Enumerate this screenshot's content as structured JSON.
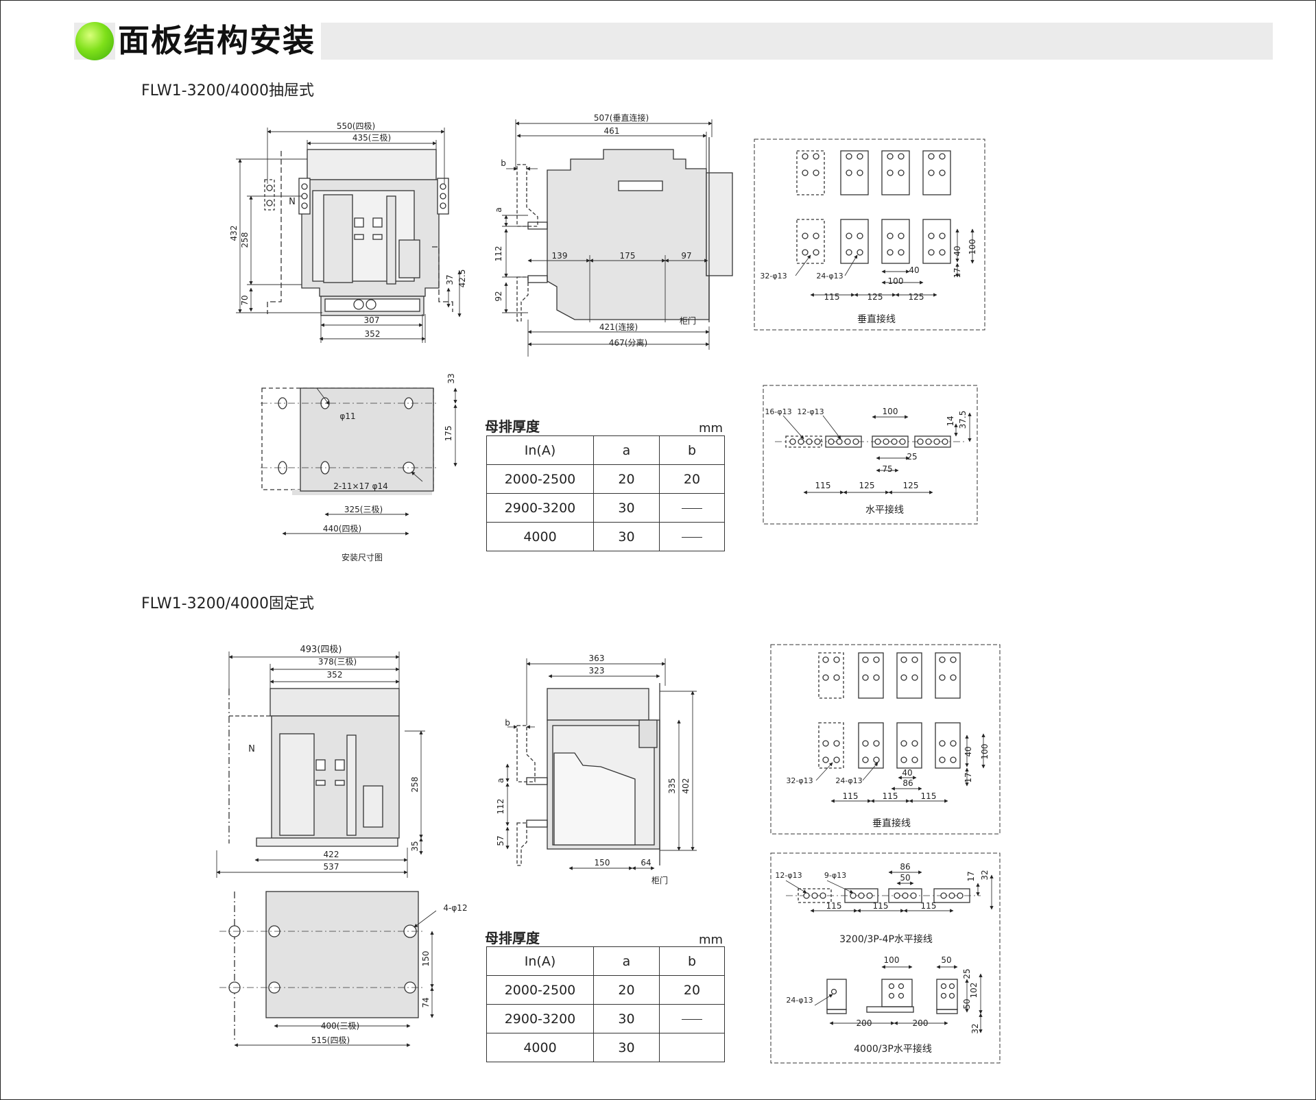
{
  "header": {
    "title": "面板结构安装"
  },
  "sections": [
    {
      "title": "FLW1-3200/4000抽屉式"
    },
    {
      "title": "FLW1-3200/4000固定式"
    }
  ],
  "drawout": {
    "front": {
      "dims": [
        "550(四极)",
        "435(三极)",
        "432",
        "258",
        "70",
        "37",
        "42.5",
        "307",
        "352"
      ],
      "n_label": "N"
    },
    "side": {
      "dims": [
        "507(垂直连接)",
        "461",
        "b",
        "a",
        "112",
        "92",
        "139",
        "175",
        "97",
        "421(连接)",
        "467(分离)"
      ],
      "door_label": "柜门"
    },
    "vertical": {
      "holes": [
        "32-φ13",
        "24-φ13"
      ],
      "dims": [
        "115",
        "125",
        "125",
        "100",
        "40",
        "100",
        "40",
        "17"
      ],
      "caption": "垂直接线"
    },
    "mount": {
      "dims": [
        "33",
        "175",
        "φ11",
        "2-11×17 φ14",
        "325(三极)",
        "440(四极)"
      ],
      "caption": "安装尺寸图"
    },
    "horizontal": {
      "holes": [
        "16-φ13",
        "12-φ13"
      ],
      "dims": [
        "100",
        "14",
        "37.5",
        "25",
        "75",
        "115",
        "125",
        "125"
      ],
      "caption": "水平接线"
    },
    "table": {
      "label": "母排厚度",
      "unit": "mm",
      "headers": [
        "In(A)",
        "a",
        "b"
      ],
      "rows": [
        [
          "2000-2500",
          "20",
          "20"
        ],
        [
          "2900-3200",
          "30",
          "dash"
        ],
        [
          "4000",
          "30",
          "dash"
        ]
      ]
    }
  },
  "fixed": {
    "front": {
      "dims": [
        "493(四极)",
        "378(三极)",
        "352",
        "258",
        "35",
        "422",
        "537"
      ],
      "n_label": "N"
    },
    "side": {
      "dims": [
        "363",
        "323",
        "b",
        "a",
        "112",
        "57",
        "335",
        "402",
        "150",
        "64"
      ],
      "door_label": "柜门"
    },
    "mount": {
      "dims": [
        "4-φ12",
        "150",
        "74",
        "400(三极)",
        "515(四极)"
      ]
    },
    "vertical": {
      "holes": [
        "32-φ13",
        "24-φ13"
      ],
      "dims": [
        "115",
        "115",
        "115",
        "40",
        "100",
        "40",
        "86",
        "17"
      ],
      "caption": "垂直接线"
    },
    "horizontal": {
      "holes": [
        "12-φ13",
        "9-φ13",
        "24-φ13"
      ],
      "dims": [
        "86",
        "50",
        "17",
        "32",
        "115",
        "115",
        "115",
        "100",
        "50",
        "25",
        "102",
        "50",
        "200",
        "200",
        "32"
      ],
      "caption1": "3200/3P-4P水平接线",
      "caption2": "4000/3P水平接线"
    },
    "table": {
      "label": "母排厚度",
      "unit": "mm",
      "headers": [
        "In(A)",
        "a",
        "b"
      ],
      "rows": [
        [
          "2000-2500",
          "20",
          "20"
        ],
        [
          "2900-3200",
          "30",
          "dash"
        ],
        [
          "4000",
          "30",
          ""
        ]
      ]
    }
  }
}
